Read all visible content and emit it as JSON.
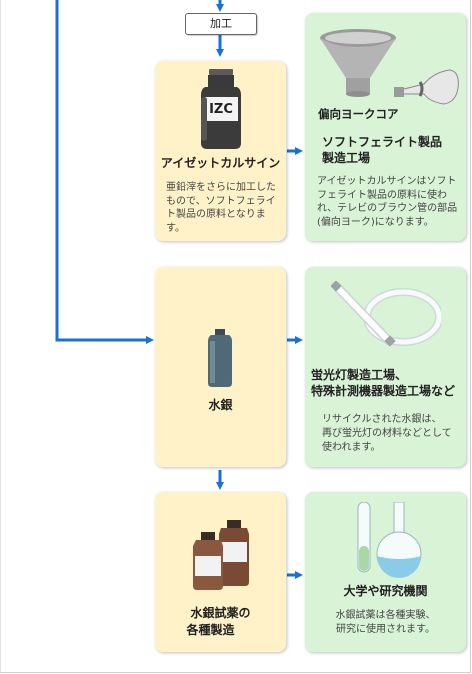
{
  "process_label": "加工",
  "cards": {
    "izc": {
      "title": "アイゼットカルサイン",
      "desc": "亜鉛滓をさらに加工したもので、ソフトフェライト製品の原料となります。",
      "bottle_label": "IZC"
    },
    "ferrite": {
      "subtitle": "偏向ヨークコア",
      "title_line1": "ソフトフェライト製品",
      "title_line2": "製造工場",
      "desc": "アイゼットカルサインはソフトフェライト製品の原料に使われ、テレビのブラウン管の部品(偏向ヨーク)になります。"
    },
    "mercury": {
      "title": "水銀"
    },
    "fluorescent": {
      "title_line1": "蛍光灯製造工場、",
      "title_line2": "特殊計測機器製造工場など",
      "desc_line1": "リサイクルされた水銀は、",
      "desc_line2": "再び蛍光灯の材料などとして",
      "desc_line3": "使われます。"
    },
    "reagent": {
      "title_line1": "水銀試薬の",
      "title_line2": "各種製造"
    },
    "university": {
      "title": "大学や研究機関",
      "desc_line1": "水銀試薬は各種実験、",
      "desc_line2": "研究に使用されます。"
    }
  },
  "colors": {
    "arrow": "#1a6fd9",
    "yellow_card": "#fff2c9",
    "green_card": "#d8f3d6"
  }
}
